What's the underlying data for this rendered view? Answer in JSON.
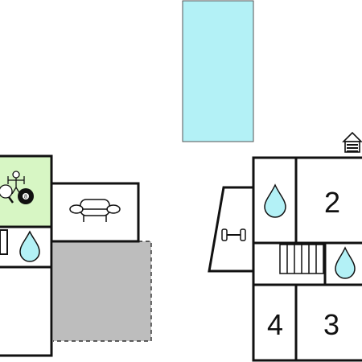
{
  "floorplan": {
    "rooms": [
      {
        "id": "bedroom-2",
        "label": "2"
      },
      {
        "id": "bedroom-3",
        "label": "3"
      },
      {
        "id": "bedroom-4",
        "label": "4"
      }
    ],
    "features": [
      "pool",
      "house-entrance",
      "game-room",
      "living-room",
      "bathroom",
      "fitness-area",
      "staircase",
      "carport"
    ],
    "colors": {
      "pool": "#b3f1f6",
      "game_room": "#d7f6c4",
      "carport": "#bdbdbd",
      "water_drop": "#b3f1f6",
      "walls": "#111111"
    }
  }
}
